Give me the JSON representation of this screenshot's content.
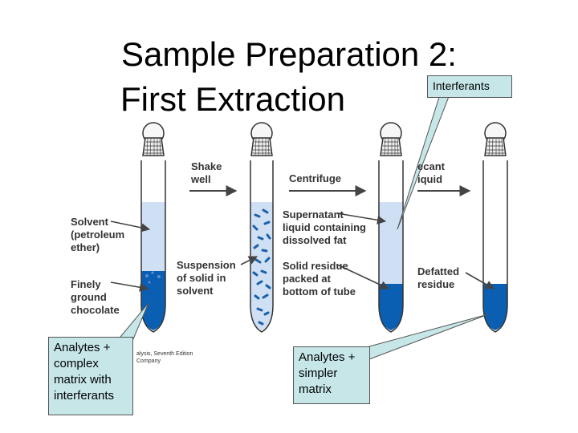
{
  "title": {
    "line1": "Sample Preparation 2:",
    "line2": "First Extraction"
  },
  "figure": {
    "colors": {
      "solvent": "#cfe0f4",
      "residue": "#0b5fb2",
      "particles": "#1b5fa8",
      "arrow": "#444444",
      "callout_fill": "#c6e6e8"
    },
    "step_labels": {
      "shake": "Shake\nwell",
      "centrifuge": "Centrifuge",
      "decant": "ecant\niquid"
    },
    "annotations": {
      "solvent": "Solvent\n(petroleum\nether)",
      "chocolate": "Finely\nground\nchocolate",
      "suspension": "Suspension\nof solid in\nsolvent",
      "supernatant": "Supernatant\nliquid containing\ndissolved fat",
      "solid_residue": "Solid residue\npacked at\nbottom of tube",
      "defatted": "Defatted\nresidue"
    },
    "caption": {
      "line1": "alysis, Seventh Edition",
      "line2": "Company"
    }
  },
  "callouts": {
    "interferants": "Interferants",
    "analytes_complex": "Analytes +\ncomplex\nmatrix with\ninterferants",
    "analytes_simpler": "Analytes +\nsimpler\nmatrix"
  }
}
